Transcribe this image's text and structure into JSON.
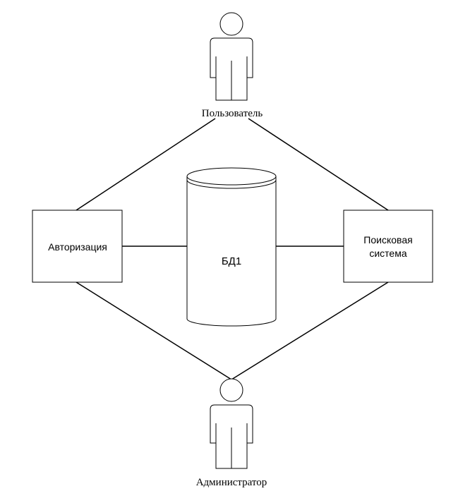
{
  "diagram": {
    "actors": {
      "user": {
        "label": "Пользователь"
      },
      "admin": {
        "label": "Администратор"
      }
    },
    "boxes": {
      "auth": {
        "label": "Авторизация"
      },
      "search": {
        "line1": "Поисковая",
        "line2": "система"
      }
    },
    "database": {
      "label": "БД1"
    }
  }
}
